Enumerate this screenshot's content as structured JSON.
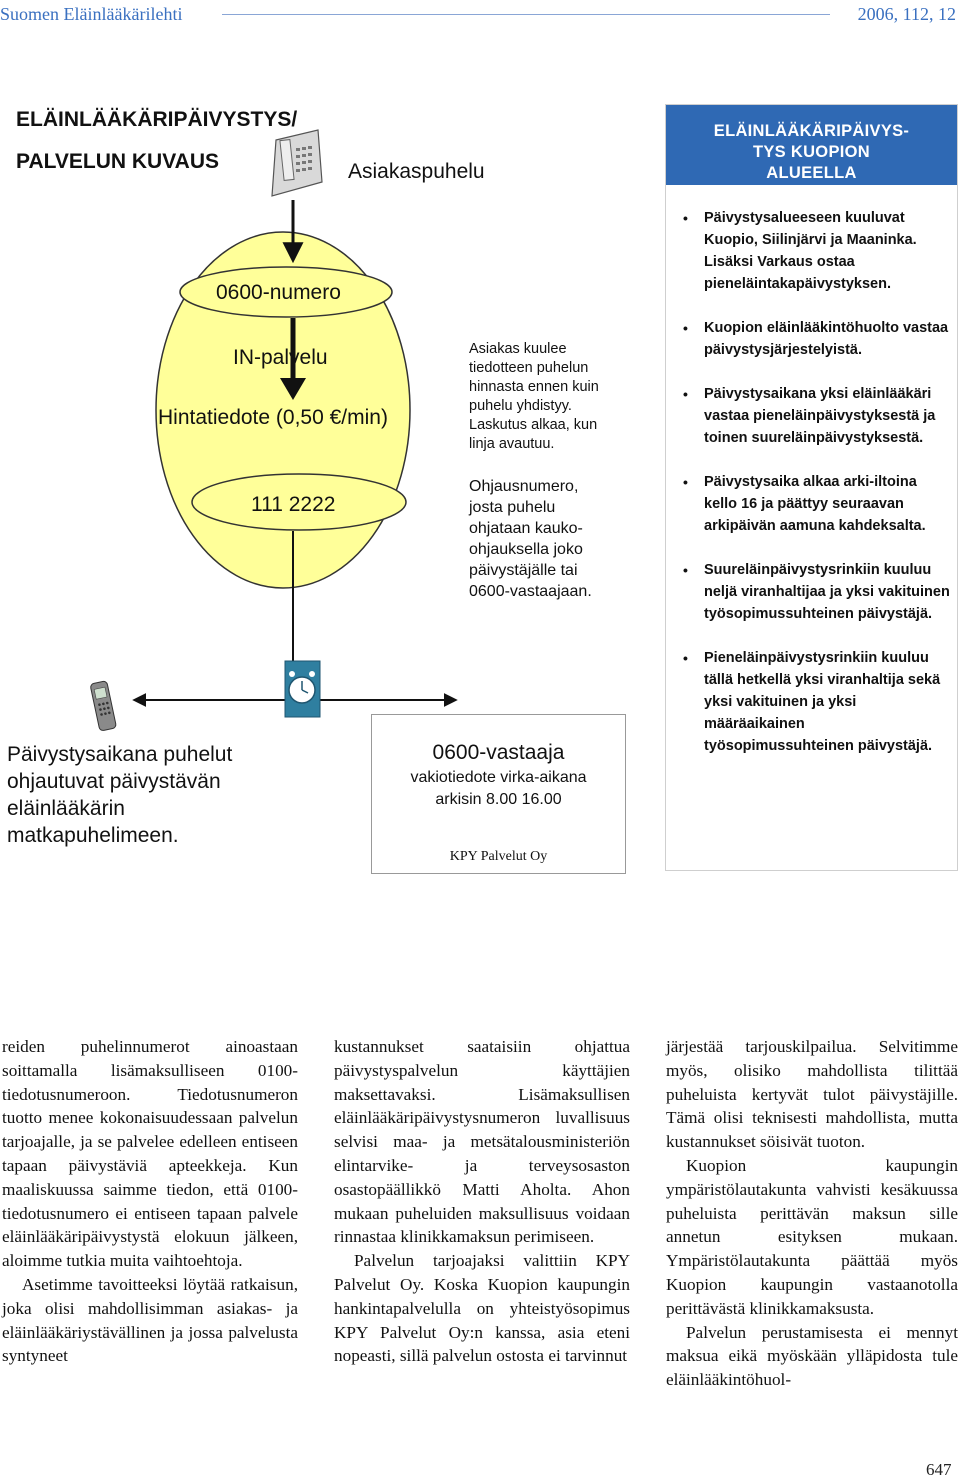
{
  "header": {
    "journal": "Suomen Eläinlääkärilehti",
    "issue": "2006, 112, 12"
  },
  "diagram": {
    "title_line1": "ELÄINLÄÄKÄRIPÄIVYSTYS/",
    "title_line2": "PALVELUN KUVAUS",
    "asiakaspuhelu": "Asiakaspuhelu",
    "numero": "0600-numero",
    "in_palvelu": "IN-palvelu",
    "hintatiedote": "Hintatiedote (0,50 €/min)",
    "number_111": "111 2222",
    "note1": [
      "Asiakas kuulee",
      "tiedotteen puhelun",
      "hinnasta ennen kuin",
      "puhelu yhdistyy.",
      "Laskutus alkaa, kun",
      "linja avautuu."
    ],
    "note2": [
      "Ohjausnumero,",
      "josta puhelu",
      "ohjataan kauko-",
      "ohjauksella joko",
      "päivystäjälle tai",
      "0600-vastaajaan."
    ],
    "left_text": [
      "Päivystysaikana puhelut",
      "ohjautuvat päivystävän",
      "eläinlääkärin",
      "matkapuhelimeen."
    ],
    "vastaaja_title": "0600-vastaaja",
    "vastaaja_line1": "vakiotiedote virka-aikana",
    "vastaaja_line2": "arkisin 8.00 16.00",
    "vastaaja_footer": "KPY Palvelut Oy"
  },
  "sidebar": {
    "title": [
      "ELÄINLÄÄKÄRIPÄIVYS-",
      "TYS KUOPION",
      "ALUEELLA"
    ],
    "bullets": [
      "Päivystysalueeseen kuuluvat Kuopio, Siilinjärvi ja Maaninka. Lisäksi Varkaus ostaa pieneläintakapäivystyksen.",
      "Kuopion eläinlääkintöhuolto vastaa päivystysjärjestelyistä.",
      "Päivystysaikana yksi eläinlääkäri vastaa pieneläinpäivystyksestä ja toinen suureläinpäivystyksestä.",
      "Päivystysaika alkaa arki-iltoina kello 16 ja päättyy seuraavan arkipäivän aamuna kahdeksalta.",
      "Suureläinpäivystysrinkiin kuuluu neljä viranhaltijaa ja yksi vakituinen työsopimussuhteinen päivystäjä.",
      "Pieneläinpäivystysrinkiin kuuluu tällä hetkellä yksi viranhaltija sekä yksi vakituinen ja yksi määräaikainen työsopimussuhteinen päivystäjä."
    ]
  },
  "columns": [
    [
      "reiden puhelinnumerot ainoastaan soittamalla lisämaksulliseen 0100-tiedotusnumeroon. Tiedotusnumeron tuotto menee kokonaisuudessaan palvelun tarjoajalle, ja se palvelee edelleen entiseen tapaan päivystäviä apteekkeja. Kun maaliskuussa saimme tiedon, että 0100-tiedotusnumero ei entiseen tapaan palvele eläinlääkäripäivystystä elokuun jälkeen, aloimme tutkia muita vaihtoehtoja.",
      "Asetimme tavoitteeksi löytää ratkaisun, joka olisi mahdollisimman asiakas- ja eläinlääkäriystävällinen ja jossa palvelusta syntyneet"
    ],
    [
      "kustannukset saataisiin ohjattua päivystyspalvelun käyttäjien maksettavaksi. Lisämaksullisen eläinlääkäripäivystysnumeron luvallisuus selvisi maa- ja metsätalousministeriön elintarvike- ja terveysosaston osastopäällikkö Matti Aholta. Ahon mukaan puheluiden maksullisuus voidaan rinnastaa klinikkamaksun perimiseen.",
      "Palvelun tarjoajaksi valittiin KPY Palvelut Oy. Koska Kuopion kaupungin hankintapalvelulla on yhteistyösopimus KPY Palvelut Oy:n kanssa, asia eteni nopeasti, sillä palvelun ostosta ei tarvinnut"
    ],
    [
      "järjestää tarjouskilpailua. Selvitimme myös, olisiko mahdollista tilittää puheluista kertyvät tulot päivystäjille. Tämä olisi teknisesti mahdollista, mutta kustannukset söisivät tuoton.",
      "Kuopion kaupungin ympäristölautakunta vahvisti kesäkuussa puheluista perittävän maksun sille annetun esityksen mukaan. Ympäristölautakunta päättää myös Kuopion kaupungin vastaanotolla perittävästä klinikkamaksusta.",
      "Palvelun perustamisesta ei mennyt maksua eikä myöskään ylläpidosta tule eläinlääkintöhuol-"
    ]
  ],
  "page_number": "647"
}
